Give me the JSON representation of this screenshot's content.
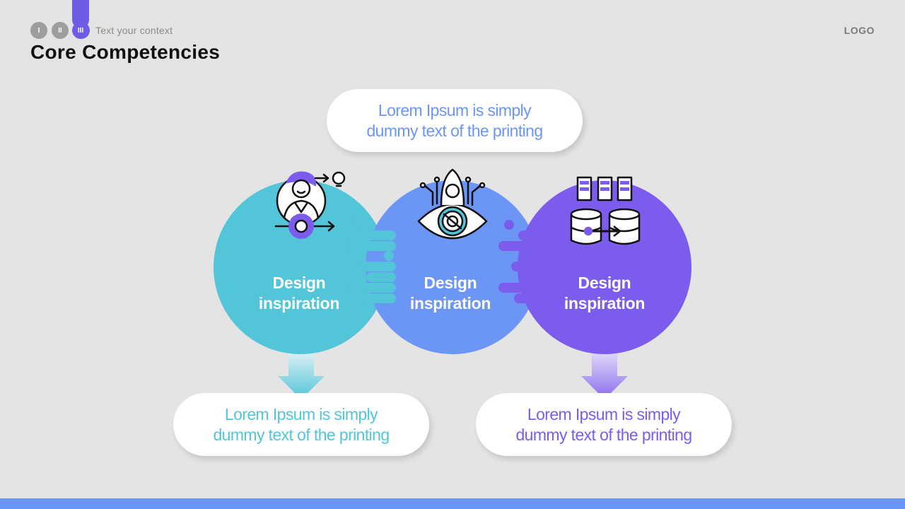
{
  "nav": {
    "steps": [
      "I",
      "II",
      "III"
    ],
    "active_step": 3,
    "context": "Text your context"
  },
  "page_title": "Core Competencies",
  "logo": "LOGO",
  "colors": {
    "teal": "#52c5d9",
    "blue": "#6c96f6",
    "purple": "#7c5cec"
  },
  "circles": [
    {
      "label_line1": "Design",
      "label_line2": "inspiration",
      "icon": "person-gear-idea-icon"
    },
    {
      "label_line1": "Design",
      "label_line2": "inspiration",
      "icon": "eye-hacker-icon"
    },
    {
      "label_line1": "Design",
      "label_line2": "inspiration",
      "icon": "database-servers-icon"
    }
  ],
  "callouts": {
    "top": {
      "line1": "Lorem Ipsum is simply",
      "line2": "dummy text of the printing"
    },
    "left": {
      "line1": "Lorem Ipsum is simply",
      "line2": "dummy text of the printing"
    },
    "right": {
      "line1": "Lorem Ipsum is simply",
      "line2": "dummy text of the printing"
    }
  }
}
